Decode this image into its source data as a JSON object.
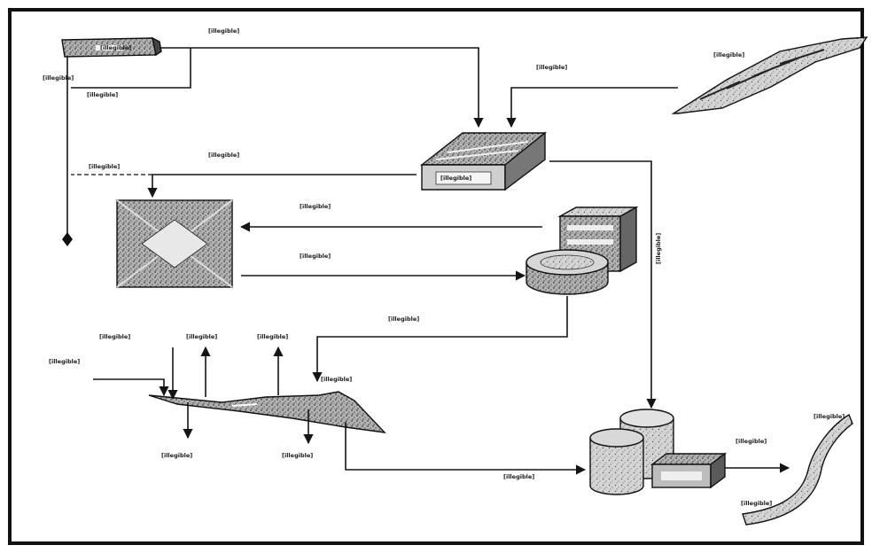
{
  "colors": {
    "line": "#151515",
    "fill_dark": "#8a8a8a",
    "fill_light": "#cfcfcf",
    "background": "#ffffff"
  },
  "labels": {
    "mina_tag": "[illegible]",
    "side_flow": "[illegible]",
    "agua_excedente_mina": "[illegible]",
    "reciclamiento_mina": "[illegible]",
    "escorrentia_deposito": "[illegible]",
    "depositos_desmonte": "[illegible]",
    "poza_estabilizacion": "[illegible]",
    "reciclamiento_agua": "[illegible]",
    "dashed_flow": "[illegible]",
    "recirculacion_proceso": "[illegible]",
    "agua_proceso_planta": "[illegible]",
    "agua_poza_relaves": "[illegible]",
    "agua_a_verter": "[illegible]",
    "precipitacion": "[illegible]",
    "evap_relave_humedo": "[illegible]",
    "evap_relave_no_saturado": "[illegible]",
    "escorrentia": "[illegible]",
    "deposito_relaves": "[illegible]",
    "infiltracion": "[illegible]",
    "agua_retenida": "[illegible]",
    "agua_excedente_relavera": "[illegible]",
    "efluente": "[illegible]",
    "rio_top": "[illegible]",
    "rio_bottom": "[illegible]"
  }
}
